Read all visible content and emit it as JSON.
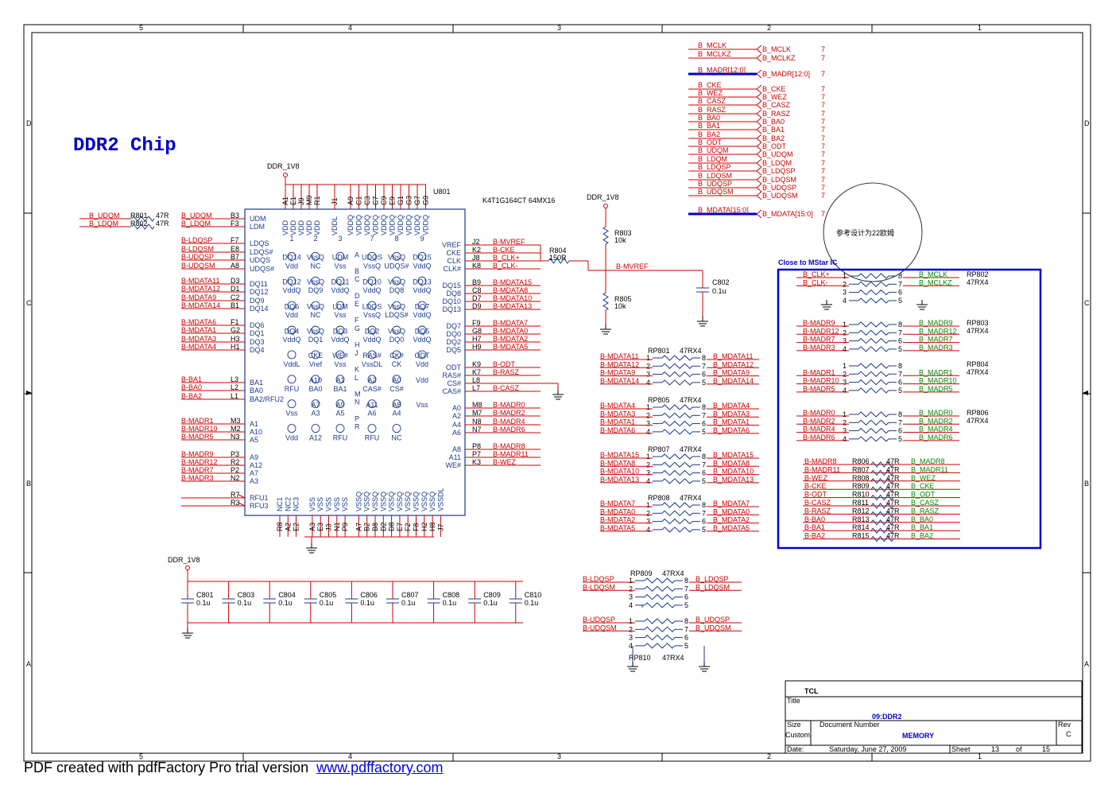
{
  "sheet": {
    "title_main": "DDR2 Chip",
    "grid_cols": [
      "5",
      "4",
      "3",
      "2",
      "1"
    ],
    "grid_rows": [
      "D",
      "C",
      "B",
      "A"
    ],
    "chinese_note": "参考设计为22欧姆",
    "close_note": "Close to MStar IC"
  },
  "chip": {
    "ref": "U801",
    "part": "K4T1G164CT  64MX16",
    "power_label": "DDR_1V8",
    "top_pins": [
      "A1",
      "E1",
      "J9",
      "M9",
      "R1",
      "J1",
      "A9",
      "C1",
      "C3",
      "C7",
      "C9",
      "E9",
      "G1",
      "G3",
      "G7",
      "G9"
    ],
    "top_names": [
      "VDD",
      "VDD",
      "VDD",
      "VDD",
      "VDD",
      "VDDL",
      "VDDQ",
      "VDDQ",
      "VDDQ",
      "VDDQ",
      "VDDQ",
      "VDDQ",
      "VDDQ",
      "VDDQ",
      "VDDQ",
      "VDDQ"
    ],
    "left_pins": [
      {
        "net": "B_UDQM",
        "pin": "B3",
        "name": "UDM"
      },
      {
        "net": "B_LDQM",
        "pin": "F3",
        "name": "LDM"
      },
      {
        "net": "B-LDQSP",
        "pin": "F7",
        "name": "LDQS"
      },
      {
        "net": "B-LDQSM",
        "pin": "E8",
        "name": "LDQS#"
      },
      {
        "net": "B-UDQSP",
        "pin": "B7",
        "name": "UDQS"
      },
      {
        "net": "B-UDQSM",
        "pin": "A8",
        "name": "UDQS#"
      },
      {
        "net": "B-MDATA11",
        "pin": "D3",
        "name": "DQ11"
      },
      {
        "net": "B-MDATA12",
        "pin": "D1",
        "name": "DQ12"
      },
      {
        "net": "B-MDATA9",
        "pin": "C2",
        "name": "DQ9"
      },
      {
        "net": "B-MDATA14",
        "pin": "B1",
        "name": "DQ14"
      },
      {
        "net": "B-MDATA6",
        "pin": "F1",
        "name": "DQ6"
      },
      {
        "net": "B-MDATA1",
        "pin": "G2",
        "name": "DQ1"
      },
      {
        "net": "B-MDATA3",
        "pin": "H3",
        "name": "DQ3"
      },
      {
        "net": "B-MDATA4",
        "pin": "H1",
        "name": "DQ4"
      },
      {
        "net": "B-BA1",
        "pin": "L3",
        "name": "BA1"
      },
      {
        "net": "B-BA0",
        "pin": "L2",
        "name": "BA0"
      },
      {
        "net": "B-BA2",
        "pin": "L1",
        "name": "BA2/RFU2"
      },
      {
        "net": "B-MADR1",
        "pin": "M3",
        "name": "A1"
      },
      {
        "net": "B-MADR10",
        "pin": "M2",
        "name": "A10"
      },
      {
        "net": "B-MADR5",
        "pin": "N3",
        "name": "A5"
      },
      {
        "net": "B-MADR9",
        "pin": "P3",
        "name": "A9"
      },
      {
        "net": "B-MADR12",
        "pin": "R2",
        "name": "A12"
      },
      {
        "net": "B-MADR7",
        "pin": "P2",
        "name": "A7"
      },
      {
        "net": "B-MADR3",
        "pin": "N2",
        "name": "A3"
      },
      {
        "net": "",
        "pin": "R7",
        "name": "RFU1"
      },
      {
        "net": "",
        "pin": "R3",
        "name": "RFU3"
      }
    ],
    "right_pins": [
      {
        "net": "B-MVREF",
        "pin": "J2",
        "name": "VREF"
      },
      {
        "net": "B-CKE",
        "pin": "K2",
        "name": "CKE"
      },
      {
        "net": "B_CLK+",
        "pin": "J8",
        "name": "CLK"
      },
      {
        "net": "B_CLK-",
        "pin": "K8",
        "name": "CLK#"
      },
      {
        "net": "B-MDATA15",
        "pin": "B9",
        "name": "DQ15"
      },
      {
        "net": "B-MDATA8",
        "pin": "C8",
        "name": "DQ8"
      },
      {
        "net": "B-MDATA10",
        "pin": "D7",
        "name": "DQ10"
      },
      {
        "net": "B-MDATA13",
        "pin": "D9",
        "name": "DQ13"
      },
      {
        "net": "B-MDATA7",
        "pin": "F9",
        "name": "DQ7"
      },
      {
        "net": "B-MDATA0",
        "pin": "G8",
        "name": "DQ0"
      },
      {
        "net": "B-MDATA2",
        "pin": "H7",
        "name": "DQ2"
      },
      {
        "net": "B-MDATA5",
        "pin": "H9",
        "name": "DQ5"
      },
      {
        "net": "B-ODT",
        "pin": "K9",
        "name": "ODT"
      },
      {
        "net": "B-RASZ",
        "pin": "K7",
        "name": "RAS#"
      },
      {
        "net": "",
        "pin": "L8",
        "name": "CS#"
      },
      {
        "net": "B-CASZ",
        "pin": "L7",
        "name": "CAS#"
      },
      {
        "net": "B-MADR0",
        "pin": "M8",
        "name": "A0"
      },
      {
        "net": "B-MADR2",
        "pin": "M7",
        "name": "A2"
      },
      {
        "net": "B-MADR4",
        "pin": "N8",
        "name": "A4"
      },
      {
        "net": "B-MADR6",
        "pin": "N7",
        "name": "A6"
      },
      {
        "net": "B-MADR8",
        "pin": "P8",
        "name": "A8"
      },
      {
        "net": "B-MADR11",
        "pin": "P7",
        "name": "A11"
      },
      {
        "net": "B-WEZ",
        "pin": "K3",
        "name": "WE#"
      }
    ],
    "bottom_pins": [
      "R8",
      "A2",
      "E2",
      "A3",
      "E3",
      "J3",
      "N1",
      "P9",
      "A7",
      "B2",
      "B8",
      "D2",
      "D8",
      "E7",
      "F2",
      "F8",
      "H2",
      "H8",
      "J7"
    ],
    "bottom_names": [
      "NC1",
      "NC2",
      "NC3",
      "VSS",
      "VSS",
      "VSS",
      "VSS",
      "VSS",
      "VSSQ",
      "VSSQ",
      "VSSQ",
      "VSSQ",
      "VSSQ",
      "VSSQ",
      "VSSQ",
      "VSSQ",
      "VSSQ",
      "VSSQ",
      "VSSDL"
    ],
    "ball_rows": [
      {
        "row": "",
        "cells": [
          "1",
          "2",
          "3",
          "",
          "7",
          "8",
          "9"
        ]
      },
      {
        "row": "A",
        "cells": [
          "Vdd",
          "NC",
          "Vss",
          "",
          "VssQ",
          "UDQS#",
          "VddQ"
        ]
      },
      {
        "row": "",
        "cells": [
          "DQ14",
          "VssQ",
          "UDM",
          "",
          "UDQS",
          "VssQ",
          "DQ15"
        ]
      },
      {
        "row": "B",
        "cells": [
          "",
          "",
          "",
          "",
          "",
          "",
          ""
        ]
      },
      {
        "row": "C",
        "cells": [
          "VddQ",
          "DQ9",
          "VddQ",
          "",
          "VddQ",
          "DQ8",
          "VddQ"
        ]
      },
      {
        "row": "",
        "cells": [
          "DQ12",
          "VssQ",
          "DQ11",
          "",
          "DQ10",
          "VssQ",
          "DQ13"
        ]
      },
      {
        "row": "D",
        "cells": [
          "",
          "",
          "",
          "",
          "",
          "",
          ""
        ]
      },
      {
        "row": "E",
        "cells": [
          "Vdd",
          "NC",
          "Vss",
          "",
          "VssQ",
          "LDQS#",
          "VddQ"
        ]
      },
      {
        "row": "",
        "cells": [
          "DQ6",
          "VssQ",
          "LDM",
          "",
          "LDQS",
          "VssQ",
          "DQ7"
        ]
      },
      {
        "row": "F",
        "cells": [
          "",
          "",
          "",
          "",
          "",
          "",
          ""
        ]
      },
      {
        "row": "G",
        "cells": [
          "VddQ",
          "DQ1",
          "VddQ",
          "",
          "VddQ",
          "DQ0",
          "VddQ"
        ]
      },
      {
        "row": "",
        "cells": [
          "DQ4",
          "VssQ",
          "DQ3",
          "",
          "DQ2",
          "VssQ",
          "DQ5"
        ]
      },
      {
        "row": "H",
        "cells": [
          "",
          "",
          "",
          "",
          "",
          "",
          ""
        ]
      },
      {
        "row": "J",
        "cells": [
          "VddL",
          "Vref",
          "Vss",
          "",
          "VssDL",
          "CK",
          "Vdd"
        ]
      },
      {
        "row": "",
        "cells": [
          "",
          "CKE",
          "WE#",
          "",
          "RAS#",
          "CK#",
          "ODT"
        ]
      },
      {
        "row": "K",
        "cells": [
          "",
          "",
          "",
          "",
          "",
          "",
          ""
        ]
      },
      {
        "row": "L",
        "cells": [
          "RFU",
          "BA0",
          "BA1",
          "",
          "CAS#",
          "CS#",
          ""
        ]
      },
      {
        "row": "",
        "cells": [
          "",
          "A10",
          "A1",
          "",
          "A2",
          "A0",
          "Vdd"
        ]
      },
      {
        "row": "M",
        "cells": [
          "",
          "",
          "",
          "",
          "",
          "",
          ""
        ]
      },
      {
        "row": "N",
        "cells": [
          "Vss",
          "A3",
          "A5",
          "",
          "A6",
          "A4",
          ""
        ]
      },
      {
        "row": "",
        "cells": [
          "",
          "A7",
          "A9",
          "",
          "A11",
          "A8",
          "Vss"
        ]
      },
      {
        "row": "P",
        "cells": [
          "",
          "",
          "",
          "",
          "",
          "",
          ""
        ]
      },
      {
        "row": "R",
        "cells": [
          "Vdd",
          "A12",
          "RFU",
          "",
          "RFU",
          "NC",
          ""
        ]
      }
    ]
  },
  "vref": {
    "power": "DDR_1V8",
    "r803": "R803",
    "r803v": "10k",
    "r805": "R805",
    "r805v": "10k",
    "r804": "R804",
    "r804v": "150R",
    "c802": "C802",
    "c802v": "0.1u",
    "net": "B-MVREF"
  },
  "series_r": [
    {
      "ref": "R801",
      "val": "47R"
    },
    {
      "ref": "R802",
      "val": "47R"
    }
  ],
  "port_list": {
    "left": [
      "B_MCLK",
      "B_MCLKZ",
      "B_MADR[12:0]",
      "B_CKE",
      "B_WEZ",
      "B_CASZ",
      "B_RASZ",
      "B_BA0",
      "B_BA1",
      "B_BA2",
      "B_ODT",
      "B_UDQM",
      "B_LDQM",
      "B_LDQSP",
      "B_LDQSM",
      "B_UDQSP",
      "B_UDQSM",
      "B_MDATA[15:0]"
    ],
    "right": [
      "B_MCLK",
      "B_MCLKZ",
      "B_MADR[12:0]",
      "B_CKE",
      "B_WEZ",
      "B_CASZ",
      "B_RASZ",
      "B_BA0",
      "B_BA1",
      "B_BA2",
      "B_ODT",
      "B_UDQM",
      "B_LDQM",
      "B_LDQSP",
      "B_LDQSM",
      "B_UDQSP",
      "B_UDQSM",
      "B_MDATA[15:0]"
    ],
    "page": "7"
  },
  "rpacks": [
    {
      "ref": "RP801",
      "val": "47RX4",
      "left": [
        "B-MDATA11",
        "B-MDATA12",
        "B-MDATA9",
        "B-MDATA14"
      ],
      "right": [
        "B_MDATA11",
        "B_MDATA12",
        "B_MDATA9",
        "B_MDATA14"
      ]
    },
    {
      "ref": "RP805",
      "val": "47RX4",
      "left": [
        "B-MDATA4",
        "B-MDATA3",
        "B-MDATA1",
        "B-MDATA6"
      ],
      "right": [
        "B_MDATA4",
        "B_MDATA3",
        "B_MDATA1",
        "B_MDATA6"
      ]
    },
    {
      "ref": "RP807",
      "val": "47RX4",
      "left": [
        "B-MDATA15",
        "B-MDATA8",
        "B-MDATA10",
        "B-MDATA13"
      ],
      "right": [
        "B_MDATA15",
        "B_MDATA8",
        "B_MDATA10",
        "B_MDATA13"
      ]
    },
    {
      "ref": "RP808",
      "val": "47RX4",
      "left": [
        "B-MDATA7",
        "B-MDATA0",
        "B-MDATA2",
        "B-MDATA5"
      ],
      "right": [
        "B_MDATA7",
        "B_MDATA0",
        "B_MDATA2",
        "B_MDATA5"
      ]
    },
    {
      "ref": "RP809",
      "val": "47RX4",
      "left": [
        "B-LDQSP",
        "B-LDQSM",
        "",
        ""
      ],
      "right": [
        "B_LDQSP",
        "B_LDQSM",
        "",
        ""
      ]
    },
    {
      "ref": "RP810",
      "val": "47RX4",
      "left": [
        "B-UDQSP",
        "B-UDQSM",
        "",
        ""
      ],
      "right": [
        "B_UDQSP",
        "B_UDQSM",
        "",
        ""
      ]
    }
  ],
  "close_box": {
    "rpacks": [
      {
        "ref": "RP802",
        "val": "47RX4",
        "left": [
          "B_CLK+",
          "B_CLK-",
          "",
          ""
        ],
        "right": [
          "B_MCLK",
          "B_MCLKZ",
          "",
          ""
        ]
      },
      {
        "ref": "RP803",
        "val": "47RX4",
        "left": [
          "B-MADR9",
          "B-MADR12",
          "B-MADR7",
          "B-MADR3"
        ],
        "right": [
          "B_MADR9",
          "B_MADR12",
          "B_MADR7",
          "B_MADR3"
        ]
      },
      {
        "ref": "RP804",
        "val": "47RX4",
        "left": [
          "",
          "B-MADR1",
          "B-MADR10",
          "B-MADR5"
        ],
        "right": [
          "",
          "B_MADR1",
          "B_MADR10",
          "B_MADR5"
        ]
      },
      {
        "ref": "RP806",
        "val": "47RX4",
        "left": [
          "B-MADR0",
          "B-MADR2",
          "B-MADR4",
          "B-MADR6"
        ],
        "right": [
          "B_MADR0",
          "B_MADR2",
          "B_MADR4",
          "B_MADR6"
        ]
      }
    ],
    "resistors": [
      {
        "left": "B-MADR8",
        "ref": "R806",
        "val": "47R",
        "right": "B_MADR8"
      },
      {
        "left": "B-MADR11",
        "ref": "R807",
        "val": "47R",
        "right": "B_MADR11"
      },
      {
        "left": "B-WEZ",
        "ref": "R808",
        "val": "47R",
        "right": "B_WEZ"
      },
      {
        "left": "B-CKE",
        "ref": "R809",
        "val": "47R",
        "right": "B_CKE"
      },
      {
        "left": "B-ODT",
        "ref": "R810",
        "val": "47R",
        "right": "B_ODT"
      },
      {
        "left": "B-CASZ",
        "ref": "R811",
        "val": "47R",
        "right": "B_CASZ"
      },
      {
        "left": "B-RASZ",
        "ref": "R812",
        "val": "47R",
        "right": "B_RASZ"
      },
      {
        "left": "B-BA0",
        "ref": "R813",
        "val": "47R",
        "right": "B_BA0"
      },
      {
        "left": "B-BA1",
        "ref": "R814",
        "val": "47R",
        "right": "B_BA1"
      },
      {
        "left": "B-BA2",
        "ref": "R815",
        "val": "47R",
        "right": "B_BA2"
      }
    ]
  },
  "decoupling": {
    "power": "DDR_1V8",
    "caps": [
      {
        "ref": "C801",
        "val": "0.1u"
      },
      {
        "ref": "C803",
        "val": "0.1u"
      },
      {
        "ref": "C804",
        "val": "0.1u"
      },
      {
        "ref": "C805",
        "val": "0.1u"
      },
      {
        "ref": "C806",
        "val": "0.1u"
      },
      {
        "ref": "C807",
        "val": "0.1u"
      },
      {
        "ref": "C808",
        "val": "0.1u"
      },
      {
        "ref": "C809",
        "val": "0.1u"
      },
      {
        "ref": "C810",
        "val": "0.1u"
      }
    ]
  },
  "title_block": {
    "company": "TCL",
    "title_label": "Title",
    "title": "09:DDR2",
    "size_label": "Size",
    "size": "Custom",
    "docnum_label": "Document Number",
    "docnum": "MEMORY",
    "rev_label": "Rev",
    "rev": "C",
    "date_label": "Date:",
    "date": "Saturday, June 27, 2009",
    "sheet_label": "Sheet",
    "sheet": "13",
    "of_label": "of",
    "total": "15"
  },
  "footer": {
    "text": "PDF created with pdfFactory Pro trial version",
    "link": "www.pdffactory.com"
  }
}
